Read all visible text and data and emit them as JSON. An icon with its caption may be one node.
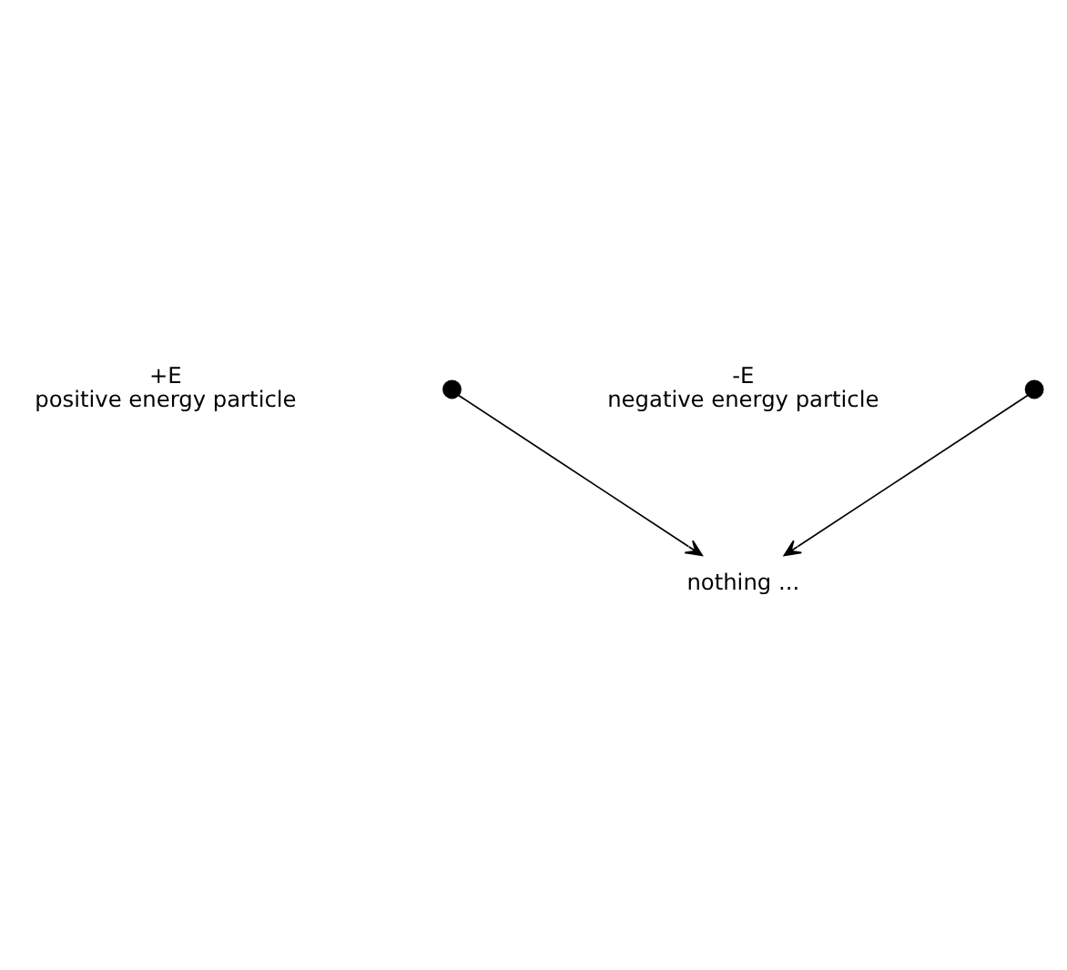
{
  "diagram": {
    "nodes": [
      {
        "text": [],
        "shape": "circle",
        "beside": [
          "-E",
          "negative energy particle"
        ]
      },
      {
        "text": [],
        "shape": "circle",
        "beside": [
          "+E",
          "positive energy particle"
        ]
      },
      {
        "text": [
          "nothing ..."
        ]
      }
    ],
    "edges": [
      {
        "from": 0,
        "to": 2,
        "arrow": "to"
      },
      {
        "from": 1,
        "to": 2,
        "arrow": "to"
      }
    ]
  }
}
